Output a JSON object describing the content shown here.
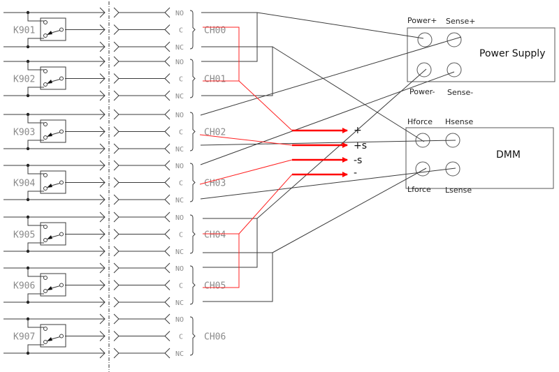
{
  "diagram": {
    "relays": [
      "K901",
      "K902",
      "K903",
      "K904",
      "K905",
      "K906",
      "K907"
    ],
    "pin_labels": [
      "NO",
      "C",
      "NC"
    ],
    "channels": [
      "CH00",
      "CH01",
      "CH02",
      "CH03",
      "CH04",
      "CH05",
      "CH06"
    ],
    "power_supply": {
      "title": "Power Supply",
      "terminals": [
        "Power+",
        "Sense+",
        "Power-",
        "Sense-"
      ]
    },
    "dmm": {
      "title": "DMM",
      "terminals": [
        "Hforce",
        "Hsense",
        "Lforce",
        "Lsense"
      ]
    },
    "signals": [
      "+",
      "+s",
      "-s",
      "-"
    ],
    "colors": {
      "wire": "#3a3a3a",
      "highlight": "#ff0000",
      "label_gray": "#8a8a8a"
    },
    "connections": [
      {
        "from": "CH00.NO + CH01.NO",
        "to": "Power Supply Power+"
      },
      {
        "from": "CH00.NC + CH01.NC",
        "to": "DMM Hforce"
      },
      {
        "from": "CH02.NO",
        "to": "Power Supply Sense+"
      },
      {
        "from": "CH02.NC",
        "to": "DMM Hsense"
      },
      {
        "from": "CH03.NO",
        "to": "Power Supply Sense-"
      },
      {
        "from": "CH03.NC",
        "to": "DMM Lsense"
      },
      {
        "from": "CH04.NO + CH05.NO",
        "to": "Power Supply Power-"
      },
      {
        "from": "CH04.NC + CH05.NC",
        "to": "DMM Lforce"
      },
      {
        "from": "CH00.C + CH01.C",
        "to": "+",
        "highlight": true
      },
      {
        "from": "CH02.C",
        "to": "+s",
        "highlight": true
      },
      {
        "from": "CH03.C",
        "to": "-s",
        "highlight": true
      },
      {
        "from": "CH04.C + CH05.C",
        "to": "-",
        "highlight": true
      }
    ]
  }
}
